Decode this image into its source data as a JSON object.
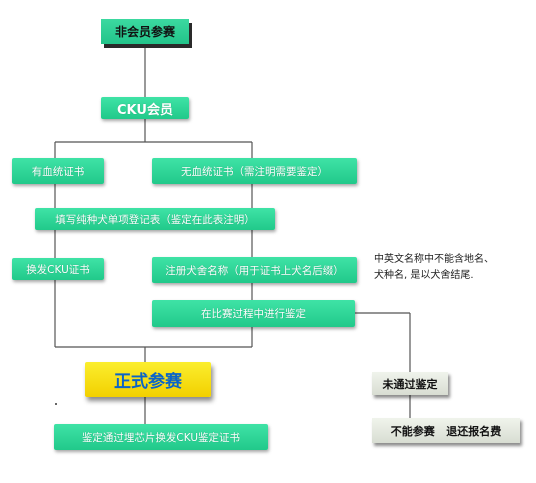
{
  "nodes": {
    "non_member_entry": "非会员参赛",
    "cku_member": "CKU会员",
    "with_pedigree": "有血统证书",
    "without_pedigree": "无血统证书（需注明需要鉴定）",
    "fill_registration": "填写纯种犬单项登记表（鉴定在此表注明）",
    "renew_certificate": "换发CKU证书",
    "register_kennel_name": "注册犬舍名称（用于证书上犬名后缀）",
    "assess_during_show": "在比赛过程中进行鉴定",
    "official_entry": "正式参赛",
    "not_passed": "未通过鉴定",
    "no_entry_refund": "不能参赛   退还报名费",
    "chip_certificate": "鉴定通过埋芯片换发CKU鉴定证书"
  },
  "note": {
    "line1": "中英文名称中不能含地名、",
    "line2": "犬种名, 是以犬舍结尾."
  },
  "colors": {
    "node_green": "#27cf8f",
    "official_gold": "#f7df10",
    "official_text": "#0a64c8",
    "fail_grey": "#e2e6dc",
    "connector": "#555555"
  }
}
